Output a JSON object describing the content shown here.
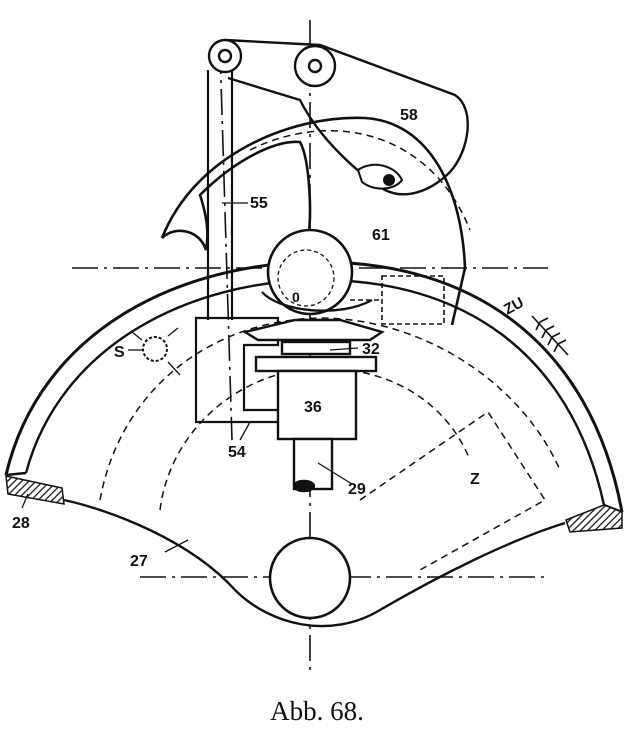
{
  "figure": {
    "caption": "Abb. 68.",
    "labels": {
      "l58": "58",
      "l55": "55",
      "l61": "61",
      "l0": "0",
      "l32": "32",
      "l36": "36",
      "lS": "S",
      "l54": "54",
      "l29": "29",
      "lZ": "Z",
      "l28": "28",
      "l27": "27",
      "lZU": "ZU"
    },
    "colors": {
      "ink": "#111111",
      "paper": "#ffffff"
    }
  }
}
